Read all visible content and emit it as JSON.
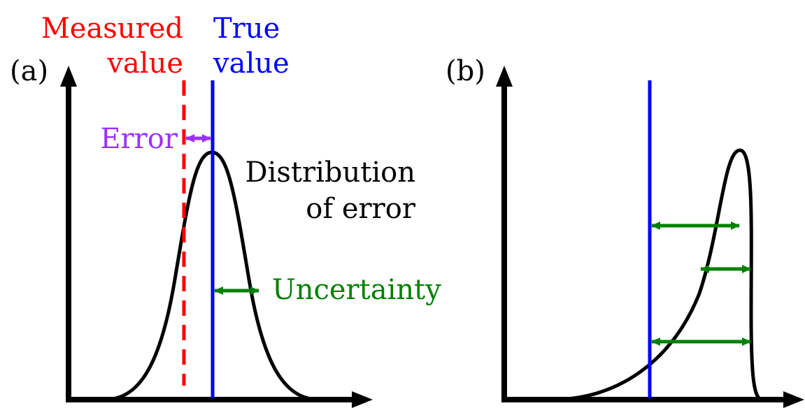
{
  "colors": {
    "measured": "#ff0000",
    "true_value": "#0000ff",
    "error": "#9b30ff",
    "uncertainty": "#008000",
    "curve": "#000000",
    "axis": "#000000"
  },
  "panel_a": {
    "panel_label": "(a)",
    "measured_value_label": [
      "Measured",
      "value"
    ],
    "true_value_label": [
      "True",
      "value"
    ],
    "error_label": "Error",
    "distribution_label": [
      "Distribution",
      "of error"
    ],
    "uncertainty_label": "Uncertainty"
  },
  "panel_b": {
    "panel_label": "(b)"
  }
}
